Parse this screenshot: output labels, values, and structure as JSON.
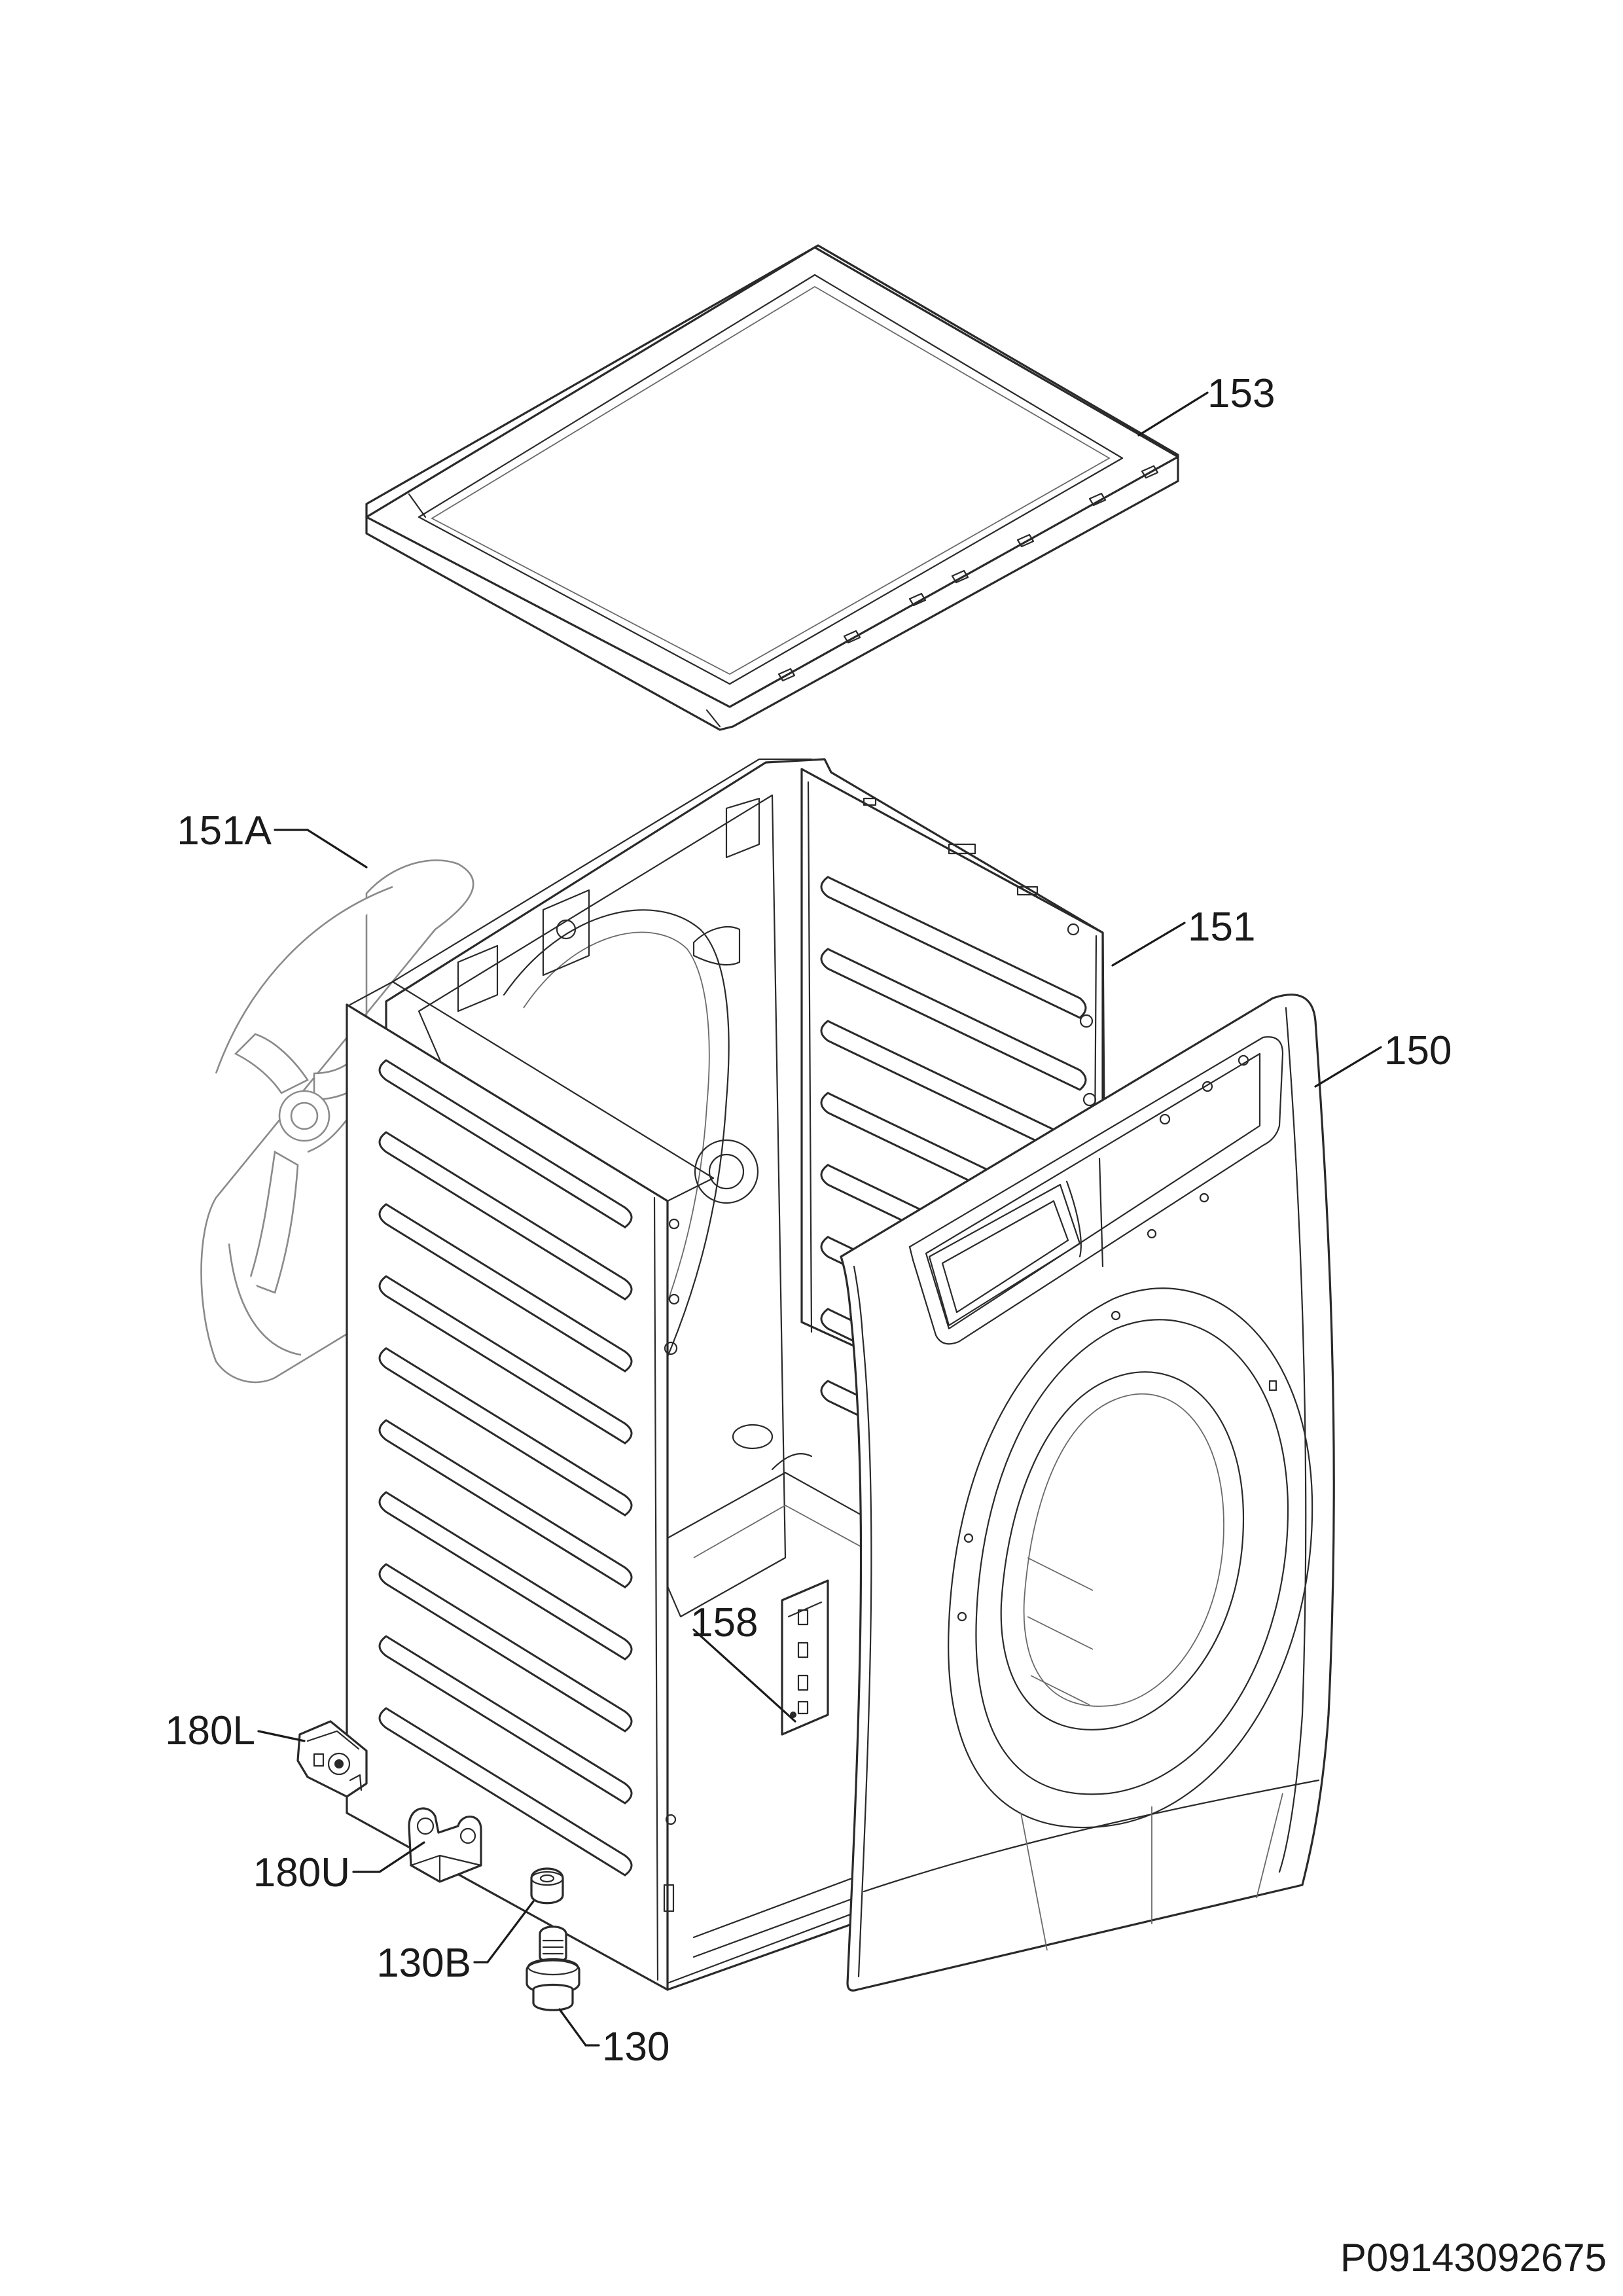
{
  "diagram": {
    "labels": {
      "top_cover": "153",
      "rear_panel": "151A",
      "cabinet": "151",
      "front_panel": "150",
      "rear_bracket": "158",
      "hinge_lower": "180L",
      "hinge_upper": "180U",
      "foot_cap": "130B",
      "adjustable_foot": "130"
    },
    "document_id": "P09143092675"
  }
}
